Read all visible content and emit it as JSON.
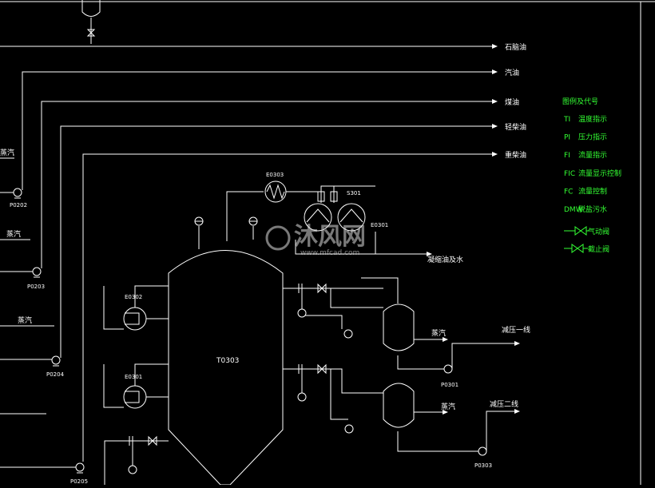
{
  "products": {
    "naphtha": "石脑油",
    "gasoline": "汽油",
    "kerosene": "煤油",
    "light_diesel": "轻柴油",
    "heavy_diesel": "重柴油"
  },
  "steam_label": "蒸汽",
  "pumps": {
    "p0202": "P0202",
    "p0203": "P0203",
    "p0204": "P0204",
    "p0205": "P0205",
    "p0301": "P0301",
    "p0303": "P0303"
  },
  "equipment": {
    "e0303": "E0303",
    "s301": "S301",
    "e0301_top": "E0301",
    "e0302": "E0302",
    "e0301_left": "E0301",
    "t0303": "T0303"
  },
  "streams": {
    "condensate": "凝缩油及水",
    "vacuum_line1": "减压一线",
    "vacuum_line2": "减压二线"
  },
  "legend": {
    "title": "图例及代号",
    "items": [
      {
        "code": "TI",
        "desc": "温度指示"
      },
      {
        "code": "PI",
        "desc": "压力指示"
      },
      {
        "code": "FI",
        "desc": "流量指示"
      },
      {
        "code": "FIC",
        "desc": "流量显示控制"
      },
      {
        "code": "FC",
        "desc": "流量控制"
      },
      {
        "code": "DMW",
        "desc": "脱盐污水"
      }
    ],
    "pneumatic_valve": "气动阀",
    "gate_valve": "截止阀"
  },
  "watermark": {
    "brand": "沐风网",
    "url": "www.mfcad.com"
  }
}
